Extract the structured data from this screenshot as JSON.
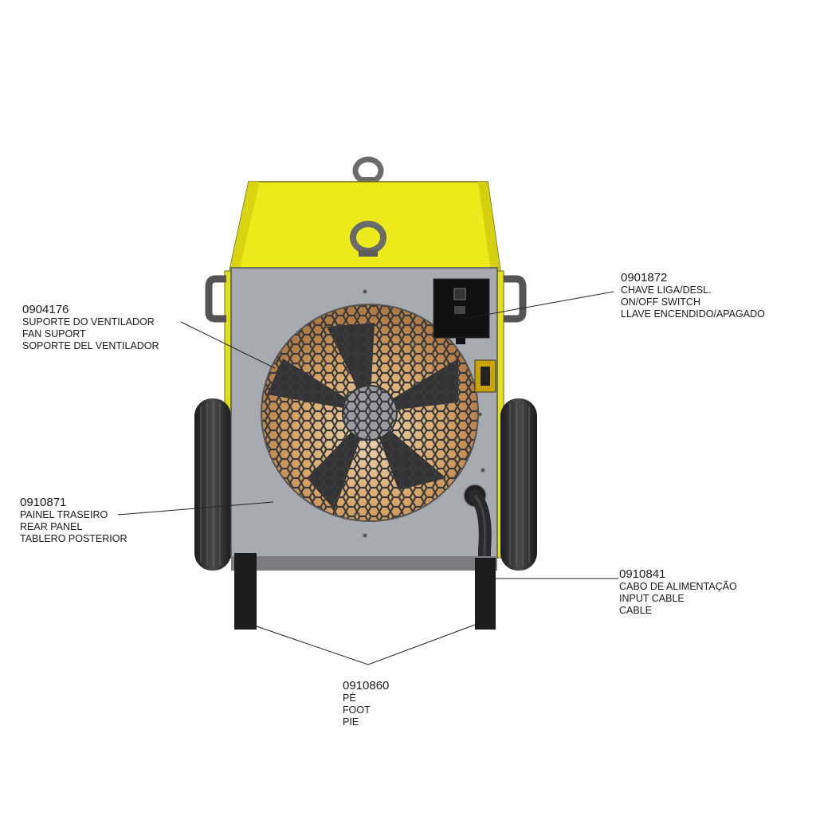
{
  "callouts": [
    {
      "id": "fan-support",
      "code": "0904176",
      "lines": [
        "SUPORTE DO VENTILADOR",
        "FAN SUPORT",
        "SOPORTE DEL VENTILADOR"
      ]
    },
    {
      "id": "switch",
      "code": "0901872",
      "lines": [
        "CHAVE LIGA/DESL.",
        "ON/OFF SWITCH",
        "LLAVE ENCENDIDO/APAGADO"
      ]
    },
    {
      "id": "rear-panel",
      "code": "0910871",
      "lines": [
        "PAINEL TRASEIRO",
        "REAR PANEL",
        "TABLERO POSTERIOR"
      ]
    },
    {
      "id": "input-cable",
      "code": "0910841",
      "lines": [
        "CABO DE ALIMENTAÇÃO",
        "INPUT CABLE",
        "CABLE"
      ]
    },
    {
      "id": "foot",
      "code": "0910860",
      "lines": [
        "PÉ",
        "FOOT",
        "PIE"
      ]
    }
  ],
  "colors": {
    "housing_yellow": "#ecea1a",
    "panel_gray": "#a7aaaf",
    "dark": "#2d2d2f",
    "copper": "#d69a52"
  }
}
